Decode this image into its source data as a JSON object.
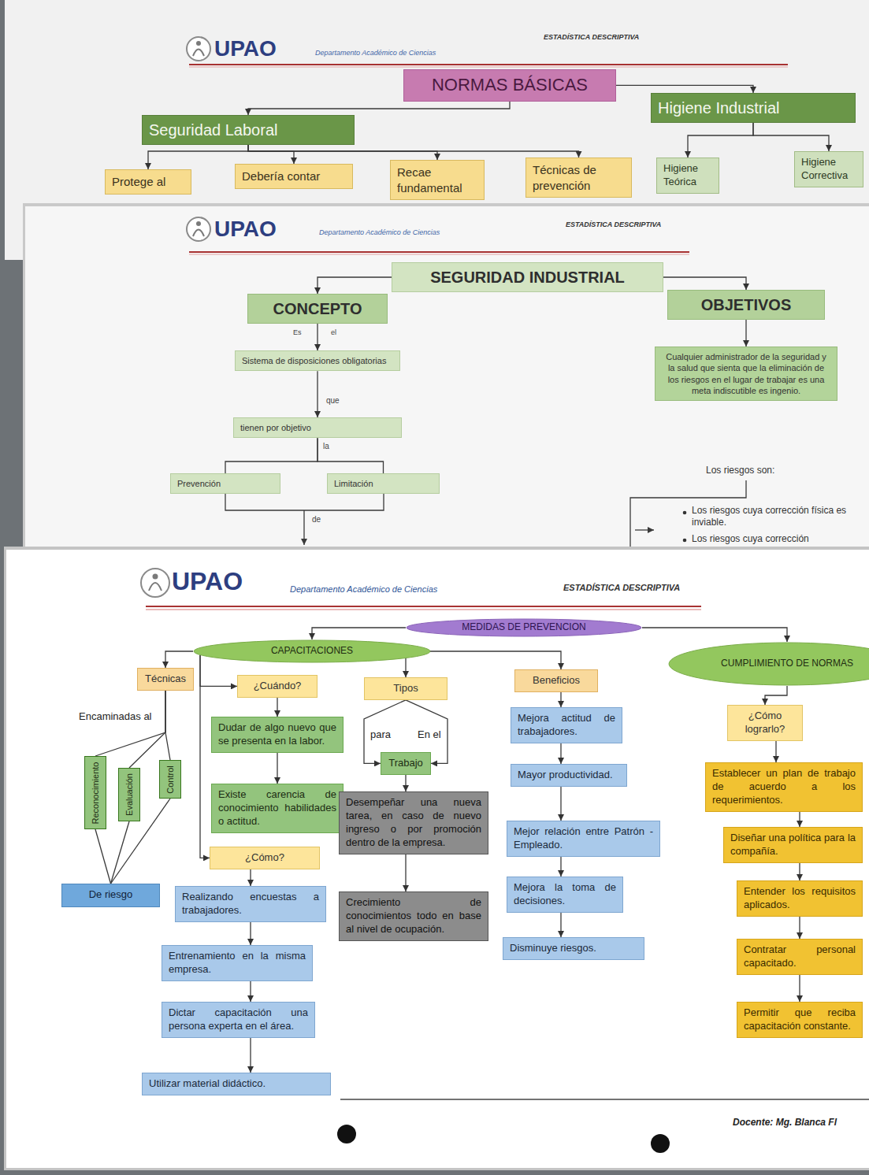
{
  "diagram": {
    "nodes": [
      {
        "text": [
          "NORMAS BÁSICAS"
        ]
      },
      {
        "text": [
          "Seguridad Laboral"
        ]
      },
      {
        "text": [
          "Higiene Industrial"
        ]
      },
      {
        "text": [
          "Protege al"
        ]
      },
      {
        "text": [
          "Debería contar"
        ]
      },
      {
        "text": [
          "Recae fundamental"
        ]
      },
      {
        "text": [
          "Técnicas de prevención"
        ]
      },
      {
        "text": [
          "Higiene Teórica"
        ]
      },
      {
        "text": [
          "Higiene Correctiva"
        ]
      },
      {
        "text": [
          "SEGURIDAD INDUSTRIAL"
        ]
      },
      {
        "text": [
          "CONCEPTO"
        ]
      },
      {
        "text": [
          "OBJETIVOS"
        ]
      },
      {
        "text": [
          "Sistema de disposiciones obligatorias"
        ]
      },
      {
        "text": [
          "tienen por objetivo"
        ]
      },
      {
        "text": [
          "Prevención"
        ]
      },
      {
        "text": [
          "Limitación"
        ]
      },
      {
        "text": [
          "Cualquier administrador de la seguridad y la salud que sienta que la eliminación de los riesgos en el lugar de trabajar es una meta indiscutible es ingenio."
        ]
      },
      {
        "text": [
          "MEDIDAS DE PREVENCION"
        ]
      },
      {
        "text": [
          "CAPACITACIONES"
        ]
      },
      {
        "text": [
          "CUMPLIMIENTO DE NORMAS"
        ]
      },
      {
        "text": [
          "Técnicas"
        ]
      },
      {
        "text": [
          "¿Cuándo?"
        ]
      },
      {
        "text": [
          "Tipos"
        ]
      },
      {
        "text": [
          "Beneficios"
        ]
      },
      {
        "text": [
          "Reconocimiento"
        ]
      },
      {
        "text": [
          "Evaluación"
        ]
      },
      {
        "text": [
          "Control"
        ]
      },
      {
        "text": [
          "De riesgo"
        ]
      },
      {
        "text": [
          "Dudar de algo nuevo que se presenta en la labor."
        ]
      },
      {
        "text": [
          "Existe carencia de conocimiento habilidades o actitud."
        ]
      },
      {
        "text": [
          "¿Cómo?"
        ]
      },
      {
        "text": [
          "Realizando encuestas a trabajadores."
        ]
      },
      {
        "text": [
          "Entrenamiento en la misma empresa."
        ]
      },
      {
        "text": [
          "Dictar capacitación una persona experta en el área."
        ]
      },
      {
        "text": [
          "Utilizar material didáctico."
        ]
      },
      {
        "text": [
          "Trabajo"
        ]
      },
      {
        "text": [
          "Desempeñar una nueva tarea, en caso de nuevo ingreso o por promoción dentro de la empresa."
        ]
      },
      {
        "text": [
          "Crecimiento de conocimientos todo en base al nivel de ocupación."
        ]
      },
      {
        "text": [
          "Mejora actitud de trabajadores."
        ]
      },
      {
        "text": [
          "Mayor productividad."
        ]
      },
      {
        "text": [
          "Mejor relación entre Patrón - Empleado."
        ]
      },
      {
        "text": [
          "Mejora la toma de decisiones."
        ]
      },
      {
        "text": [
          "Disminuye riesgos."
        ]
      },
      {
        "text": [
          "¿Cómo lograrlo?"
        ]
      },
      {
        "text": [
          "Establecer un plan de trabajo de acuerdo a los requerimientos."
        ]
      },
      {
        "text": [
          "Diseñar una política para la compañía."
        ]
      },
      {
        "text": [
          "Entender los requisitos aplicados."
        ]
      },
      {
        "text": [
          "Contratar personal capacitado."
        ]
      },
      {
        "text": [
          "Permitir que reciba capacitación constante."
        ]
      }
    ],
    "edges": [
      {
        "from": 0,
        "to": 1,
        "arrow": "to"
      },
      {
        "from": 0,
        "to": 2,
        "arrow": "to"
      },
      {
        "from": 1,
        "to": 3,
        "arrow": "to"
      },
      {
        "from": 1,
        "to": 4,
        "arrow": "to"
      },
      {
        "from": 1,
        "to": 5,
        "arrow": "to"
      },
      {
        "from": 1,
        "to": 6,
        "arrow": "to"
      },
      {
        "from": 2,
        "to": 7,
        "arrow": "to"
      },
      {
        "from": 2,
        "to": 8,
        "arrow": "to"
      },
      {
        "from": 9,
        "to": 10,
        "arrow": "to"
      },
      {
        "from": 9,
        "to": 11,
        "arrow": "to"
      },
      {
        "from": 10,
        "to": 12,
        "arrow": "to"
      },
      {
        "from": 12,
        "to": 13,
        "arrow": "to"
      },
      {
        "from": 13,
        "to": 14,
        "arrow": "none"
      },
      {
        "from": 13,
        "to": 15,
        "arrow": "none"
      },
      {
        "from": 11,
        "to": 16,
        "arrow": "to"
      },
      {
        "from": 17,
        "to": 18,
        "arrow": "to"
      },
      {
        "from": 17,
        "to": 19,
        "arrow": "to"
      },
      {
        "from": 18,
        "to": 20,
        "arrow": "to"
      },
      {
        "from": 18,
        "to": 21,
        "arrow": "to"
      },
      {
        "from": 18,
        "to": 30,
        "arrow": "to"
      },
      {
        "from": 18,
        "to": 22,
        "arrow": "to"
      },
      {
        "from": 18,
        "to": 23,
        "arrow": "to"
      },
      {
        "from": 20,
        "to": 24,
        "arrow": "none"
      },
      {
        "from": 20,
        "to": 25,
        "arrow": "none"
      },
      {
        "from": 20,
        "to": 26,
        "arrow": "none"
      },
      {
        "from": 24,
        "to": 27,
        "arrow": "none"
      },
      {
        "from": 25,
        "to": 27,
        "arrow": "none"
      },
      {
        "from": 26,
        "to": 27,
        "arrow": "none"
      },
      {
        "from": 21,
        "to": 28,
        "arrow": "to"
      },
      {
        "from": 28,
        "to": 29,
        "arrow": "to"
      },
      {
        "from": 30,
        "to": 31,
        "arrow": "to"
      },
      {
        "from": 31,
        "to": 32,
        "arrow": "to"
      },
      {
        "from": 32,
        "to": 33,
        "arrow": "to"
      },
      {
        "from": 33,
        "to": 34,
        "arrow": "to"
      },
      {
        "from": 22,
        "to": 35,
        "label": "para",
        "arrow": "to"
      },
      {
        "from": 22,
        "to": 35,
        "label": "En el",
        "arrow": "to"
      },
      {
        "from": 35,
        "to": 36,
        "arrow": "to"
      },
      {
        "from": 36,
        "to": 37,
        "arrow": "to"
      },
      {
        "from": 23,
        "to": 38,
        "arrow": "to"
      },
      {
        "from": 38,
        "to": 39,
        "arrow": "to"
      },
      {
        "from": 39,
        "to": 40,
        "arrow": "to"
      },
      {
        "from": 40,
        "to": 41,
        "arrow": "to"
      },
      {
        "from": 41,
        "to": 42,
        "arrow": "to"
      },
      {
        "from": 19,
        "to": 43,
        "arrow": "to"
      },
      {
        "from": 43,
        "to": 44,
        "arrow": "to"
      },
      {
        "from": 44,
        "to": 45,
        "arrow": "to"
      },
      {
        "from": 45,
        "to": 46,
        "arrow": "to"
      },
      {
        "from": 46,
        "to": 47,
        "arrow": "to"
      },
      {
        "from": 47,
        "to": 48,
        "arrow": "to"
      }
    ],
    "labels": [
      "UPAO",
      "Departamento Académico de Ciencias",
      "ESTADÍSTICA DESCRIPTIVA",
      "UPAO",
      "Departamento Académico de Ciencias",
      "ESTADÍSTICA DESCRIPTIVA",
      "Es",
      "el",
      "que",
      "la",
      "de",
      "Los riesgos son:",
      "Los riesgos cuya corrección física es inviable.",
      "Los riesgos cuya corrección",
      "UPAO",
      "Departamento Académico de Ciencias",
      "ESTADÍSTICA DESCRIPTIVA",
      "Encaminadas al",
      "Docente: Mg. Blanca Fl"
    ]
  }
}
